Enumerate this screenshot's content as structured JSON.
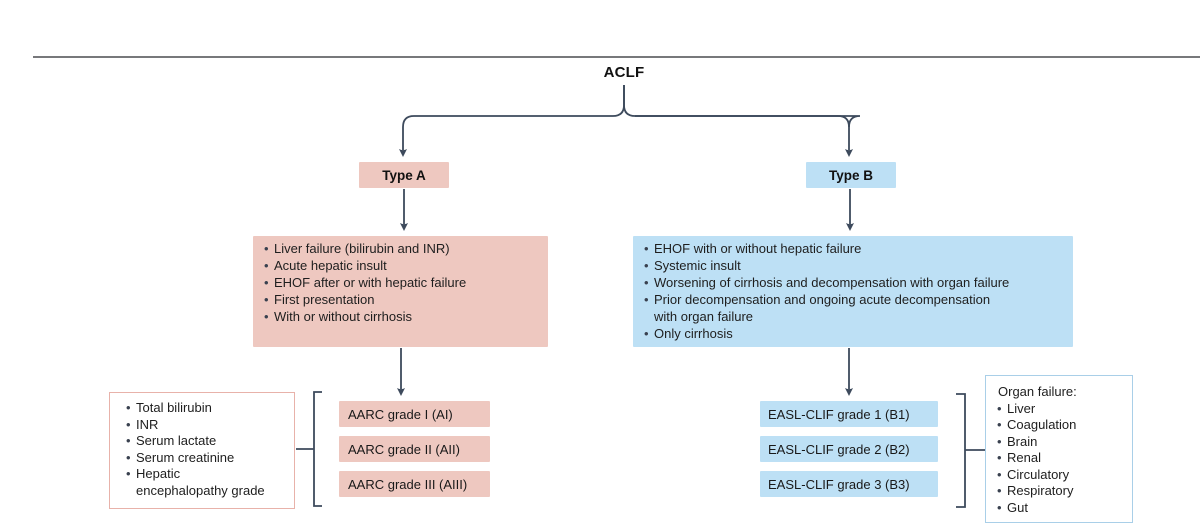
{
  "root": {
    "label": "ACLF"
  },
  "type_a": {
    "label": "Type A",
    "criteria": [
      "Liver failure (bilirubin and INR)",
      "Acute hepatic insult",
      "EHOF after or with hepatic failure",
      "First presentation",
      "With or without cirrhosis"
    ],
    "grading_inputs": [
      "Total bilirubin",
      "INR",
      "Serum lactate",
      "Serum creatinine",
      "Hepatic\nencephalopathy grade"
    ],
    "grades": [
      "AARC grade I (AI)",
      "AARC grade II (AII)",
      "AARC grade III (AIII)"
    ]
  },
  "type_b": {
    "label": "Type B",
    "criteria": [
      "EHOF with or without hepatic failure",
      "Systemic insult",
      "Worsening of cirrhosis and decompensation with organ failure",
      "Prior decompensation and ongoing acute decompensation\nwith organ failure",
      "Only cirrhosis"
    ],
    "grades": [
      "EASL-CLIF grade 1 (B1)",
      "EASL-CLIF grade 2 (B2)",
      "EASL-CLIF grade 3 (B3)"
    ],
    "organ_failure": {
      "heading": "Organ failure:",
      "items": [
        "Liver",
        "Coagulation",
        "Brain",
        "Renal",
        "Circulatory",
        "Respiratory",
        "Gut"
      ]
    }
  },
  "colors": {
    "salmon_fill": "#eec8c0",
    "blue_fill": "#bde0f5",
    "line": "#3d4a5c",
    "text": "#1e1e1e",
    "left_note_border": "#e8b2aa",
    "right_note_border": "#a9cfe8",
    "top_rule": "#77787b"
  }
}
